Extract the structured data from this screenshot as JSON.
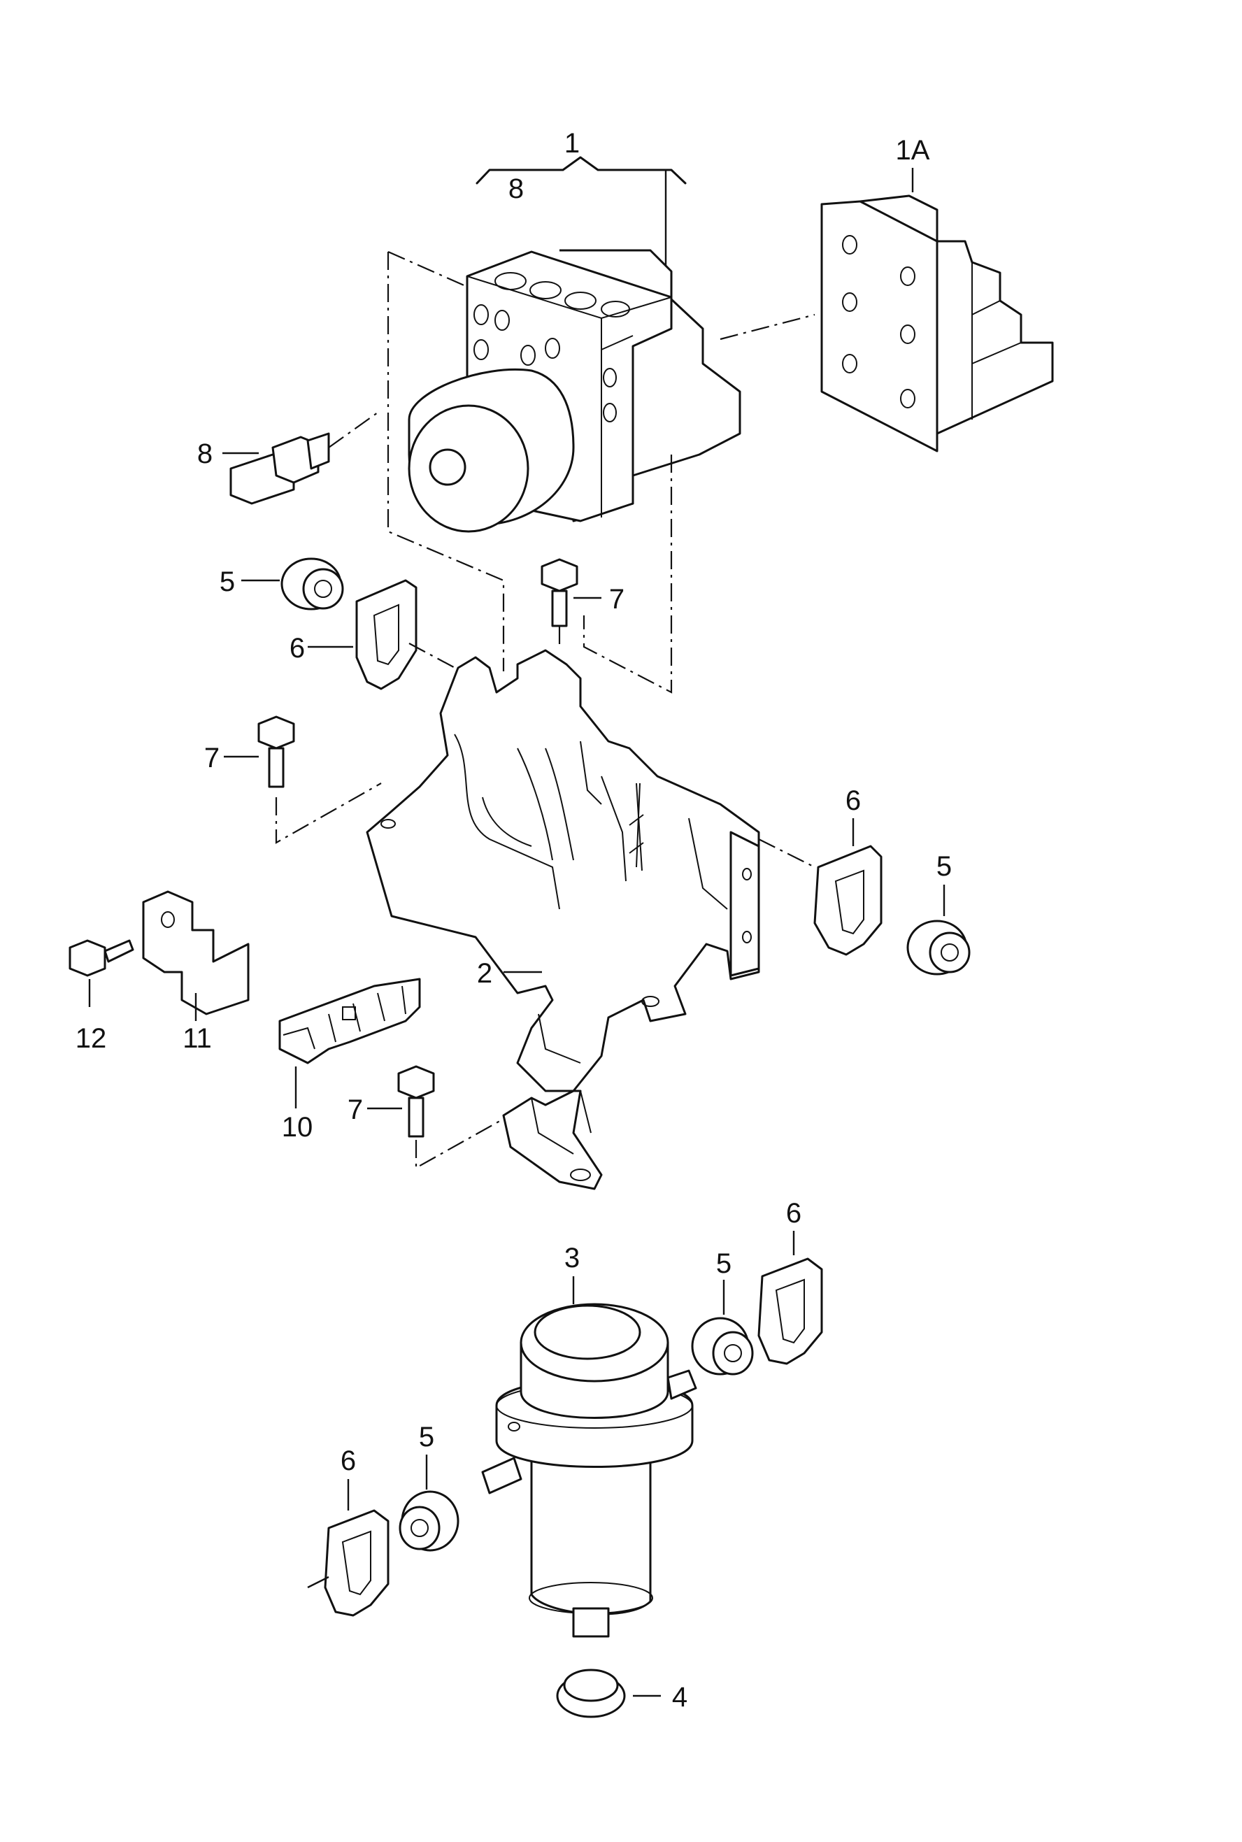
{
  "diagram": {
    "callouts": [
      {
        "id": "c1",
        "text": "1"
      },
      {
        "id": "c1a",
        "text": "1A"
      },
      {
        "id": "c8top",
        "text": "8"
      },
      {
        "id": "c8",
        "text": "8"
      },
      {
        "id": "c5a",
        "text": "5"
      },
      {
        "id": "c6a",
        "text": "6"
      },
      {
        "id": "c7a",
        "text": "7"
      },
      {
        "id": "c7b",
        "text": "7"
      },
      {
        "id": "c6b",
        "text": "6"
      },
      {
        "id": "c5b",
        "text": "5"
      },
      {
        "id": "c2",
        "text": "2"
      },
      {
        "id": "c12",
        "text": "12"
      },
      {
        "id": "c11",
        "text": "11"
      },
      {
        "id": "c10",
        "text": "10"
      },
      {
        "id": "c7c",
        "text": "7"
      },
      {
        "id": "c3",
        "text": "3"
      },
      {
        "id": "c5c",
        "text": "5"
      },
      {
        "id": "c6c",
        "text": "6"
      },
      {
        "id": "c6d",
        "text": "6"
      },
      {
        "id": "c5d",
        "text": "5"
      },
      {
        "id": "c4",
        "text": "4"
      }
    ]
  }
}
